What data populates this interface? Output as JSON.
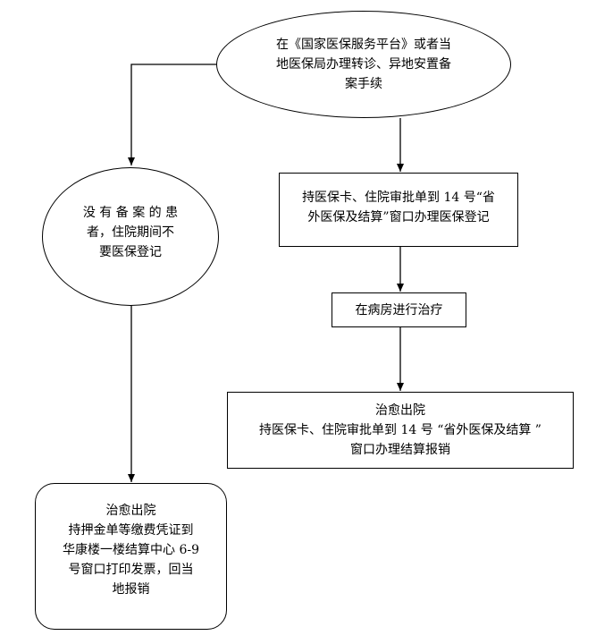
{
  "colors": {
    "stroke": "#000000",
    "background": "#ffffff",
    "text": "#000000"
  },
  "nodes": {
    "top_ellipse": {
      "lines": [
        "在《国家医保服务平台》或者当",
        "地医保局办理转诊、异地安置备",
        "案手续"
      ]
    },
    "left_circle": {
      "lines": [
        "没 有 备 案 的 患",
        "者，住院期间不",
        "要医保登记"
      ]
    },
    "box_register": {
      "lines": [
        "持医保卡、住院审批单到 14 号“省",
        "外医保及结算”窗口办理医保登记"
      ]
    },
    "box_treatment": {
      "lines": [
        "在病房进行治疗"
      ]
    },
    "box_discharge_right": {
      "lines": [
        "治愈出院",
        "持医保卡、住院审批单到 14 号 “省外医保及结算 ”",
        "窗口办理结算报销"
      ]
    },
    "box_discharge_left": {
      "lines": [
        "治愈出院",
        "持押金单等缴费凭证到",
        "华康楼一楼结算中心 6-9",
        "号窗口打印发票，回当",
        "地报销"
      ]
    }
  }
}
